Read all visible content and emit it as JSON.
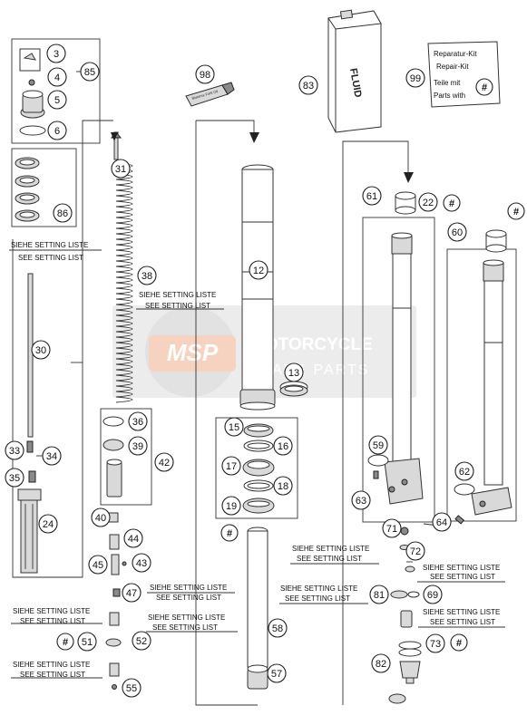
{
  "notes": {
    "setting_de": "SIEHE SETTING LISTE",
    "setting_en": "SEE SETTING LIST"
  },
  "fluid_label": "FLUID",
  "tube_label": "Motorex Fork Oil",
  "repair_kit": {
    "line1": "Reparatur-Kit",
    "line2": "Repair-Kit",
    "line3": "Teile mit",
    "line4": "Parts with",
    "symbol": "#"
  },
  "watermark": {
    "logo": "MSP",
    "line1": "MOTORCYCLE",
    "line2": "SPARE PARTS"
  },
  "callouts": [
    "3",
    "4",
    "5",
    "6",
    "85",
    "86",
    "31",
    "38",
    "30",
    "33",
    "34",
    "35",
    "24",
    "36",
    "39",
    "42",
    "40",
    "44",
    "45",
    "43",
    "47",
    "51",
    "52",
    "55",
    "98",
    "12",
    "13",
    "15",
    "16",
    "17",
    "18",
    "19",
    "58",
    "57",
    "83",
    "99",
    "61",
    "22",
    "60",
    "59",
    "62",
    "63",
    "64",
    "71",
    "72",
    "81",
    "69",
    "73",
    "82"
  ],
  "hash_symbol": "#"
}
